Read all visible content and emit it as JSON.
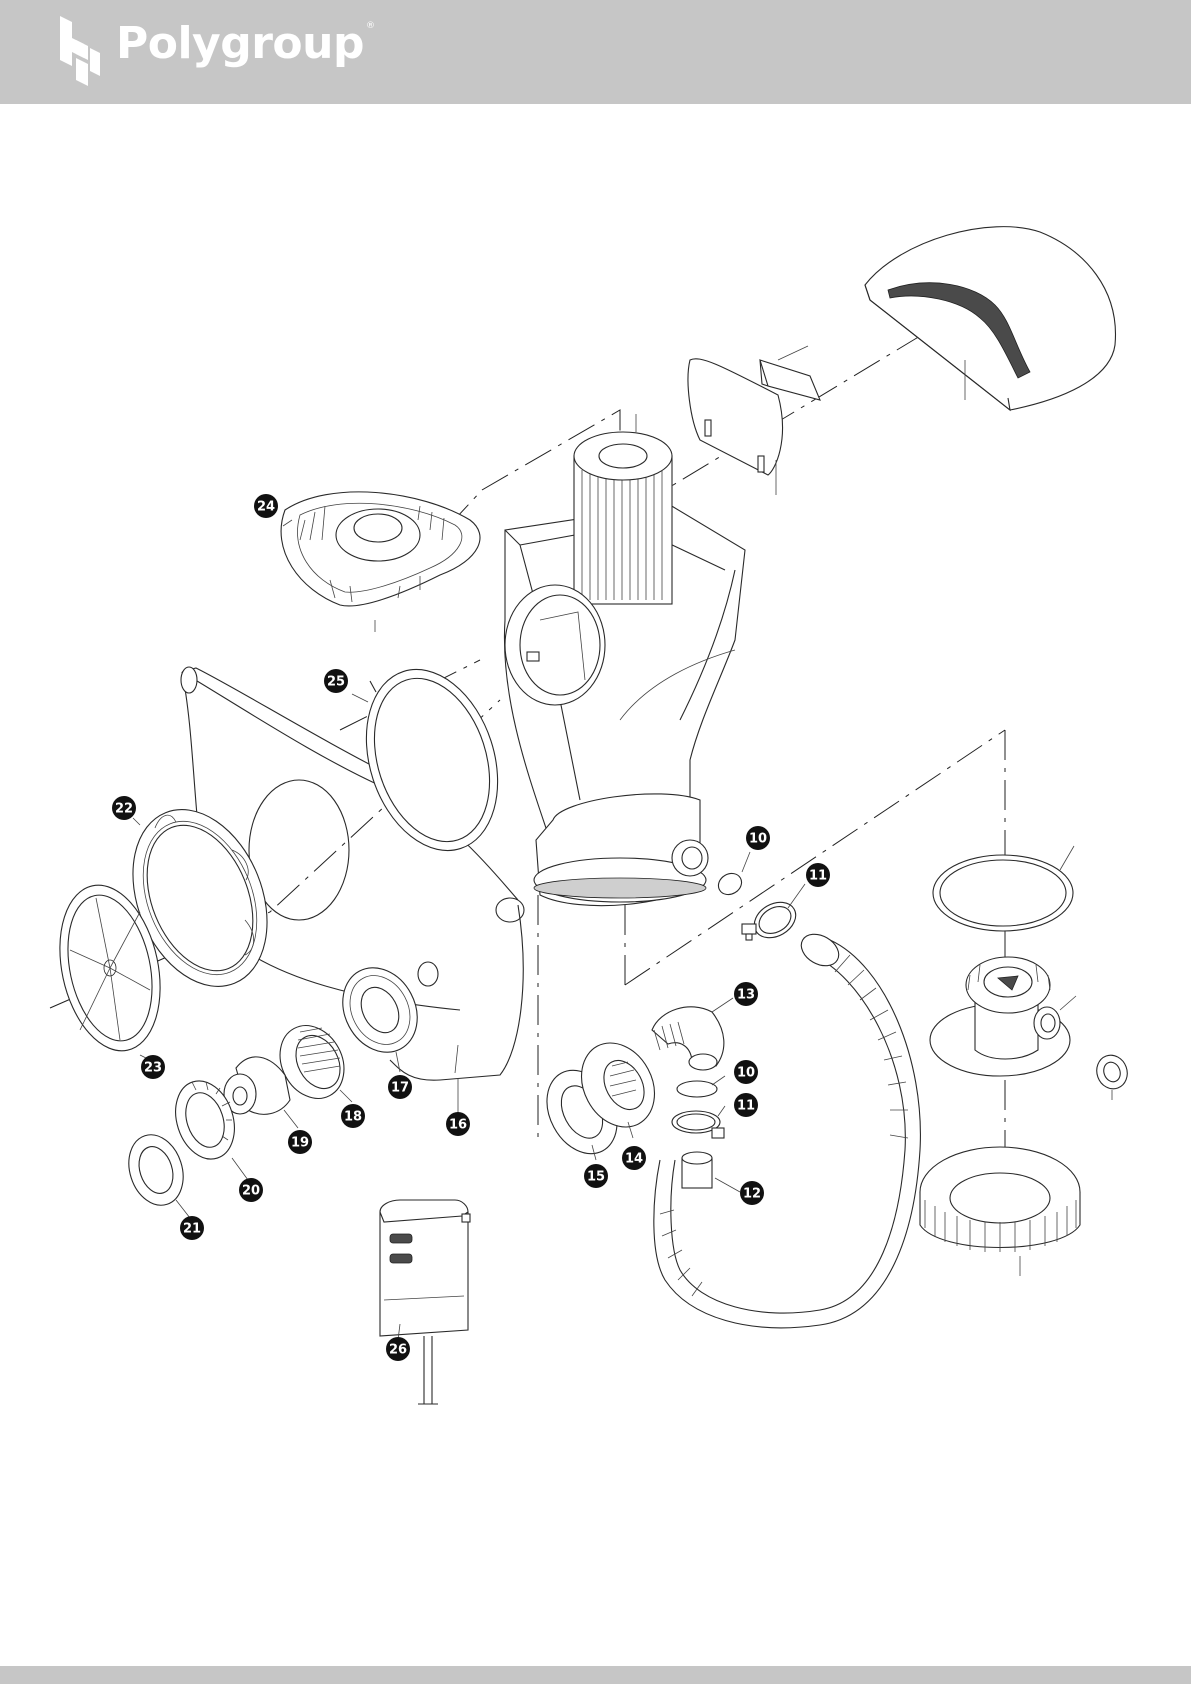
{
  "header": {
    "brand": "Polygroup",
    "registered_mark": "®"
  },
  "callouts": [
    {
      "id": "c24",
      "label": "24"
    },
    {
      "id": "c25",
      "label": "25"
    },
    {
      "id": "c22",
      "label": "22"
    },
    {
      "id": "c23",
      "label": "23"
    },
    {
      "id": "c10a",
      "label": "10"
    },
    {
      "id": "c11a",
      "label": "11"
    },
    {
      "id": "c13",
      "label": "13"
    },
    {
      "id": "c10b",
      "label": "10"
    },
    {
      "id": "c11b",
      "label": "11"
    },
    {
      "id": "c12",
      "label": "12"
    },
    {
      "id": "c14",
      "label": "14"
    },
    {
      "id": "c15",
      "label": "15"
    },
    {
      "id": "c16",
      "label": "16"
    },
    {
      "id": "c17",
      "label": "17"
    },
    {
      "id": "c18",
      "label": "18"
    },
    {
      "id": "c19",
      "label": "19"
    },
    {
      "id": "c20",
      "label": "20"
    },
    {
      "id": "c21",
      "label": "21"
    },
    {
      "id": "c26",
      "label": "26"
    }
  ]
}
